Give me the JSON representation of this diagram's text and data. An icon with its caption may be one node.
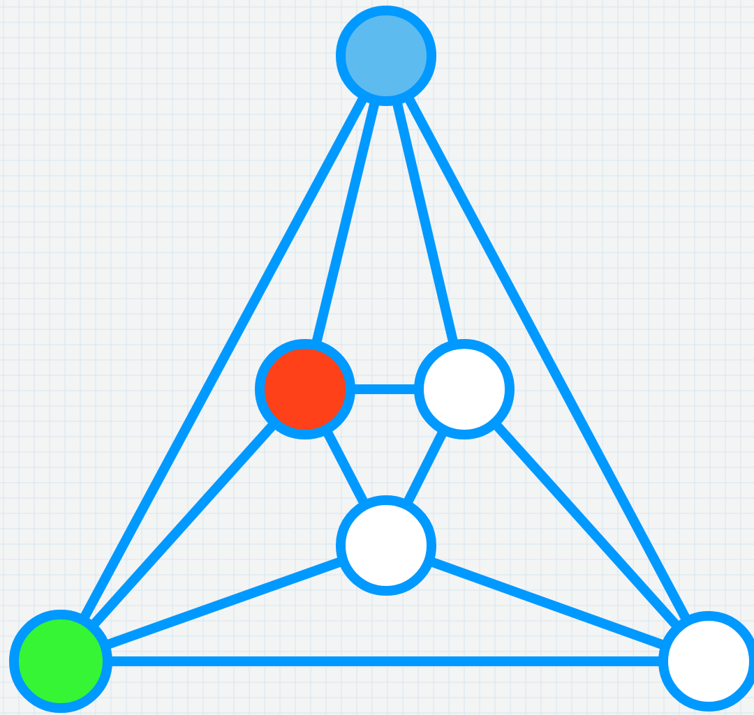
{
  "diagram": {
    "nodes": [
      {
        "text": [],
        "shape": "circle"
      },
      {
        "text": [],
        "shape": "circle"
      },
      {
        "text": [],
        "shape": "circle"
      },
      {
        "text": [],
        "shape": "circle"
      },
      {
        "text": [],
        "shape": "circle"
      },
      {
        "text": [],
        "shape": "circle"
      }
    ],
    "edges": [
      {
        "from": 0,
        "to": 4,
        "arrow": "none"
      },
      {
        "from": 0,
        "to": 1,
        "arrow": "none"
      },
      {
        "from": 0,
        "to": 2,
        "arrow": "none"
      },
      {
        "from": 0,
        "to": 5,
        "arrow": "none"
      },
      {
        "from": 1,
        "to": 2,
        "arrow": "none"
      },
      {
        "from": 1,
        "to": 3,
        "arrow": "none"
      },
      {
        "from": 2,
        "to": 3,
        "arrow": "none"
      },
      {
        "from": 1,
        "to": 4,
        "arrow": "none"
      },
      {
        "from": 2,
        "to": 5,
        "arrow": "none"
      },
      {
        "from": 3,
        "to": 4,
        "arrow": "none"
      },
      {
        "from": 3,
        "to": 5,
        "arrow": "none"
      },
      {
        "from": 4,
        "to": 5,
        "arrow": "none"
      }
    ]
  }
}
